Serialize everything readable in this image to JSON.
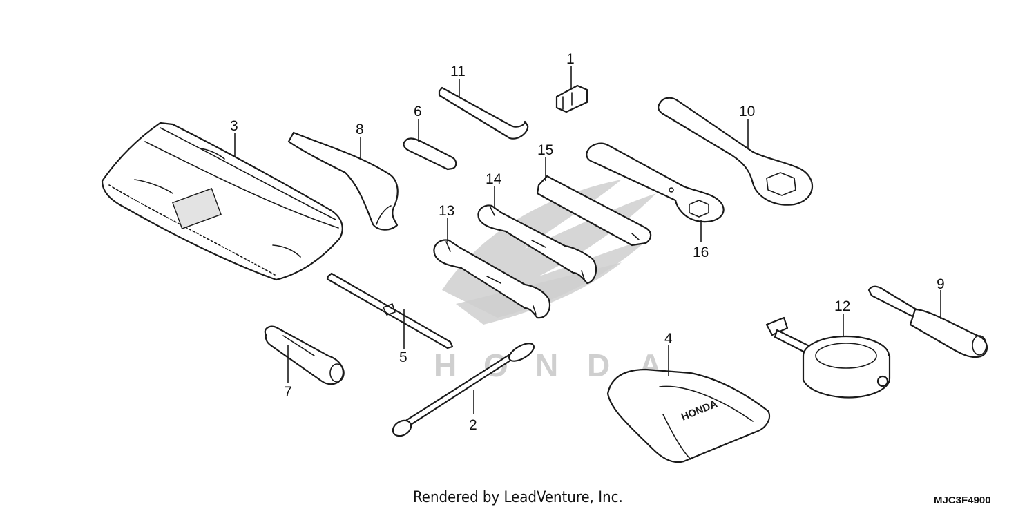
{
  "diagram": {
    "callouts": [
      "1",
      "2",
      "3",
      "4",
      "5",
      "6",
      "7",
      "8",
      "9",
      "10",
      "11",
      "12",
      "13",
      "14",
      "15",
      "16"
    ],
    "watermark_letters": [
      "H",
      "O",
      "N",
      "D",
      "A"
    ],
    "pouch_logo": "HONDA",
    "credit": "Rendered by LeadVenture, Inc.",
    "drawing_code": "MJC3F4900"
  }
}
